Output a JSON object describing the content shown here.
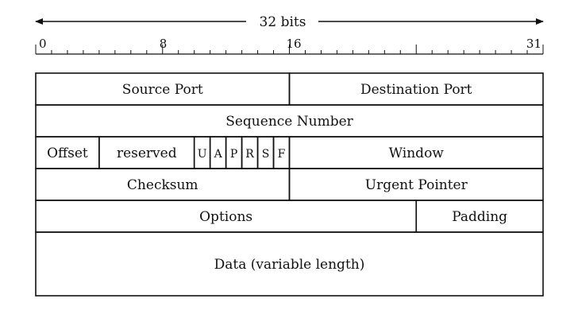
{
  "header": {
    "width_label": "32 bits",
    "ruler_labels": [
      {
        "bit": 0,
        "label": "0"
      },
      {
        "bit": 8,
        "label": "8"
      },
      {
        "bit": 16,
        "label": "16"
      },
      {
        "bit": 31,
        "label": "31"
      }
    ]
  },
  "rows": [
    {
      "fields": [
        {
          "id": "source-port",
          "label": "Source Port",
          "from": 0,
          "to": 16
        },
        {
          "id": "destination-port",
          "label": "Destination Port",
          "from": 16,
          "to": 32
        }
      ]
    },
    {
      "fields": [
        {
          "id": "sequence-number",
          "label": "Sequence Number",
          "from": 0,
          "to": 32
        }
      ]
    },
    {
      "fields": [
        {
          "id": "offset",
          "label": "Offset",
          "from": 0,
          "to": 4
        },
        {
          "id": "reserved",
          "label": "reserved",
          "from": 4,
          "to": 10
        },
        {
          "id": "flag-u",
          "label": "U",
          "from": 10,
          "to": 11,
          "flag": true
        },
        {
          "id": "flag-a",
          "label": "A",
          "from": 11,
          "to": 12,
          "flag": true
        },
        {
          "id": "flag-p",
          "label": "P",
          "from": 12,
          "to": 13,
          "flag": true
        },
        {
          "id": "flag-r",
          "label": "R",
          "from": 13,
          "to": 14,
          "flag": true
        },
        {
          "id": "flag-s",
          "label": "S",
          "from": 14,
          "to": 15,
          "flag": true
        },
        {
          "id": "flag-f",
          "label": "F",
          "from": 15,
          "to": 16,
          "flag": true
        },
        {
          "id": "window",
          "label": "Window",
          "from": 16,
          "to": 32
        }
      ]
    },
    {
      "fields": [
        {
          "id": "checksum",
          "label": "Checksum",
          "from": 0,
          "to": 16
        },
        {
          "id": "urgent-pointer",
          "label": "Urgent Pointer",
          "from": 16,
          "to": 32
        }
      ]
    },
    {
      "fields": [
        {
          "id": "options",
          "label": "Options",
          "from": 0,
          "to": 24
        },
        {
          "id": "padding",
          "label": "Padding",
          "from": 24,
          "to": 32
        }
      ]
    },
    {
      "tall": true,
      "fields": [
        {
          "id": "data",
          "label": "Data (variable length)",
          "from": 0,
          "to": 32
        }
      ]
    }
  ]
}
